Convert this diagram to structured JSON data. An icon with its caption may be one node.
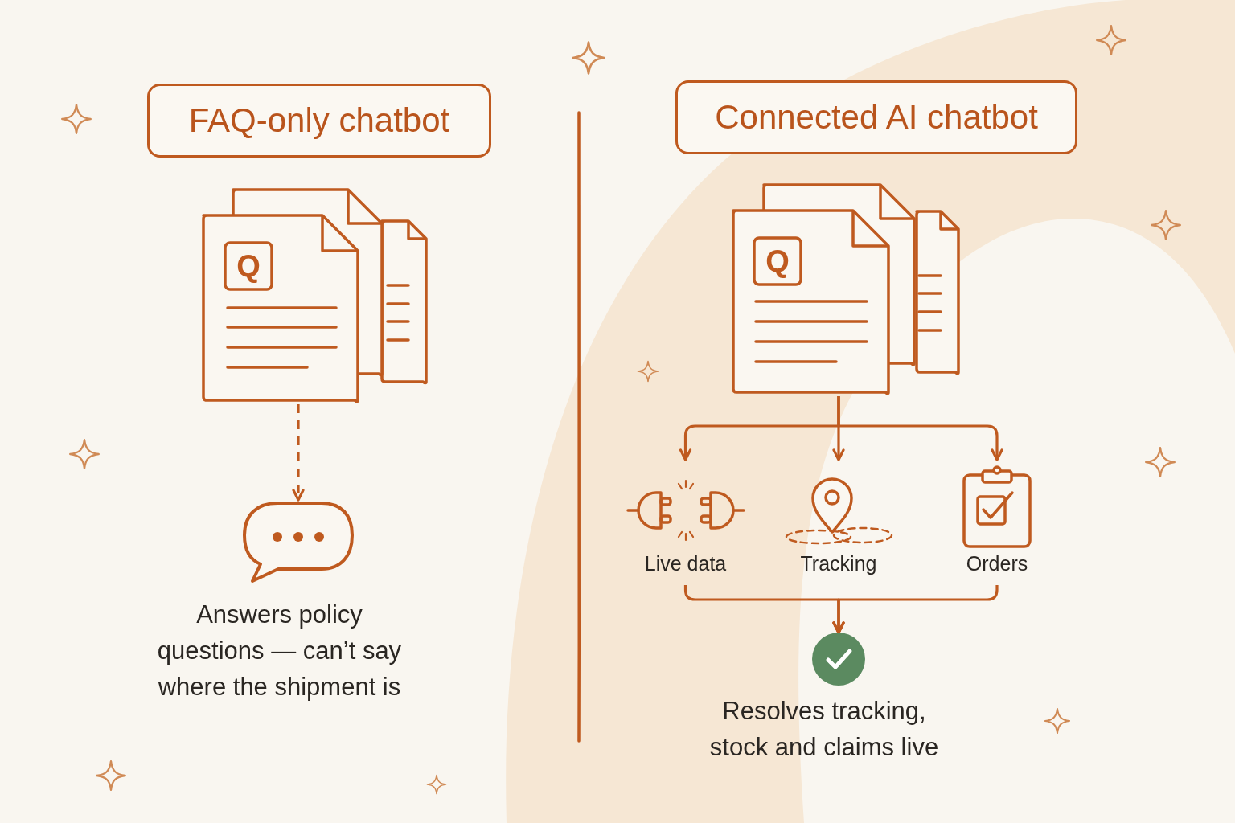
{
  "diagram": {
    "nodes": [
      {
        "text": [
          "FAQ-only chatbot"
        ]
      },
      {
        "text": [
          "Q"
        ]
      },
      {
        "text": [],
        "shape": "bubble",
        "beside": [
          "Answers policy questions — can’t say where the shipment is"
        ]
      },
      {
        "text": [
          "Connected AI chatbot"
        ]
      },
      {
        "text": [
          "Q"
        ]
      },
      {
        "text": [
          "Live data"
        ]
      },
      {
        "text": [
          "Tracking"
        ]
      },
      {
        "text": [
          "Orders"
        ]
      },
      {
        "text": [],
        "shape": "circle",
        "beside": [
          "Resolves tracking, stock and claims live"
        ]
      }
    ],
    "edges": [
      {
        "from": 1,
        "to": 2,
        "arrow": "to",
        "style": "dashed"
      },
      {
        "from": 4,
        "to": 5,
        "arrow": "to"
      },
      {
        "from": 4,
        "to": 6,
        "arrow": "to"
      },
      {
        "from": 4,
        "to": 7,
        "arrow": "to"
      },
      {
        "from": 5,
        "to": 8,
        "arrow": "to"
      },
      {
        "from": 6,
        "to": 8,
        "arrow": "to"
      },
      {
        "from": 7,
        "to": 8,
        "arrow": "to"
      }
    ]
  }
}
